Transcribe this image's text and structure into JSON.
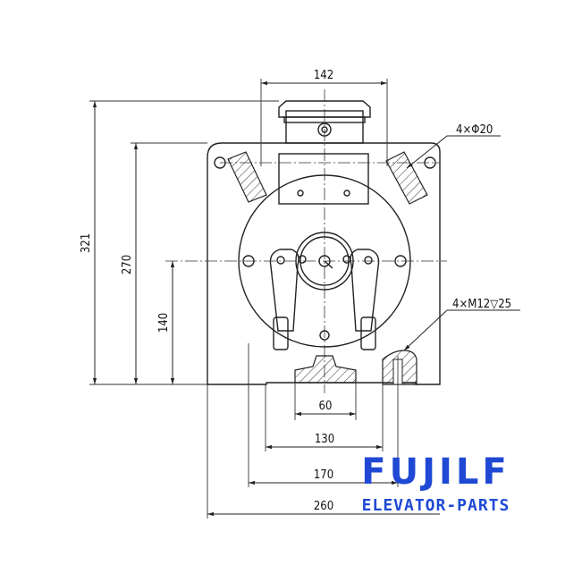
{
  "dimensions": {
    "top_width": "142",
    "total_height": "321",
    "height_270": "270",
    "height_140": "140",
    "width_60": "60",
    "width_130": "130",
    "width_170": "170",
    "width_260": "260"
  },
  "callouts": {
    "holes": "4×Φ20",
    "threads": "4×M12▽25"
  },
  "logo": {
    "brand": "FUJILF",
    "tagline": "ELEVATOR-PARTS"
  },
  "colors": {
    "line": "#222222",
    "logo": "#1f49d4"
  }
}
